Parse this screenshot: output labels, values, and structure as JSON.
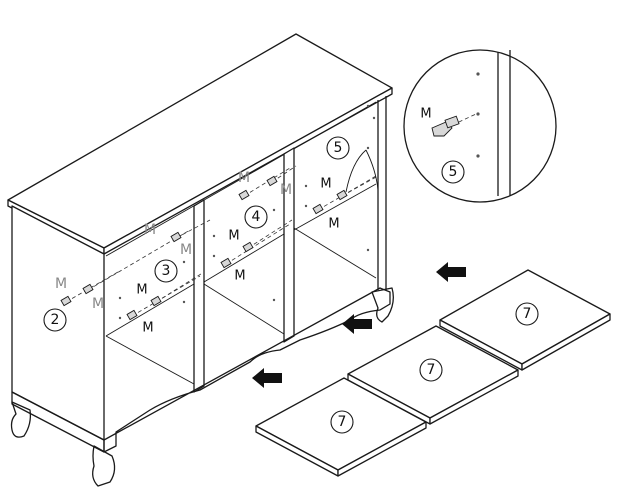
{
  "callouts": {
    "panel_left": "2",
    "shelf_left": "3",
    "shelf_middle": "4",
    "shelf_right": "5",
    "detail": "5"
  },
  "connector_label": "M",
  "shelf_number": "7"
}
